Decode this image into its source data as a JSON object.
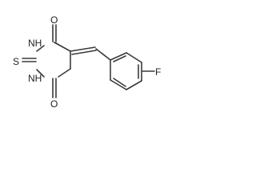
{
  "molecule": {
    "atoms": {
      "o_top": "O",
      "o_bottom": "O",
      "nh_top": "NH",
      "nh_bottom": "NH",
      "s": "S",
      "f": "F"
    },
    "colors": {
      "bond": "#3a3a3a",
      "text": "#222222",
      "background": "#ffffff"
    }
  }
}
